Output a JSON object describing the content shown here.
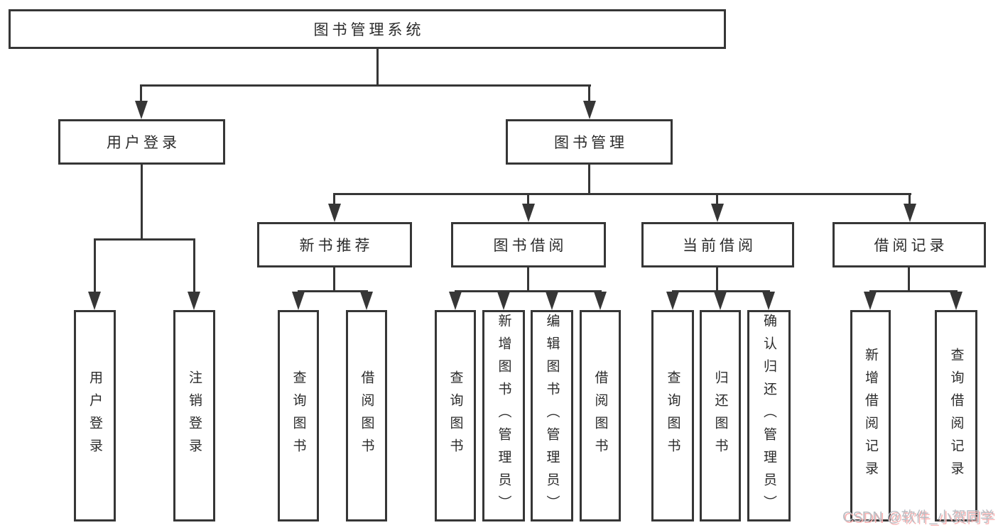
{
  "diagram_title": "图书管理系统",
  "watermark": "CSDN @软件_小贺同学",
  "colors": {
    "line": "#363636",
    "box_border": "#363636",
    "box_background": "#ffffff",
    "text": "#2b2b2b",
    "watermark_gray": "#b9bdc3",
    "watermark_pink": "#f8b4b4",
    "page_background": "#ffffff"
  },
  "nodes": {
    "root": "图书管理系统",
    "user_login": "用户登录",
    "book_management": "图书管理",
    "user_login_children": [
      "用户登录",
      "注销登录"
    ],
    "book_management_children": [
      "新书推荐",
      "图书借阅",
      "当前借阅",
      "借阅记录"
    ],
    "new_book_children": [
      "查询图书",
      "借阅图书"
    ],
    "book_borrow_children": [
      "查询图书",
      "新增图书（管理员）",
      "编辑图书（管理员）",
      "借阅图书"
    ],
    "current_borrow_children": [
      "查询图书",
      "归还图书",
      "确认归还（管理员）"
    ],
    "borrow_record_children": [
      "新增借阅记录",
      "查询借阅记录"
    ]
  }
}
